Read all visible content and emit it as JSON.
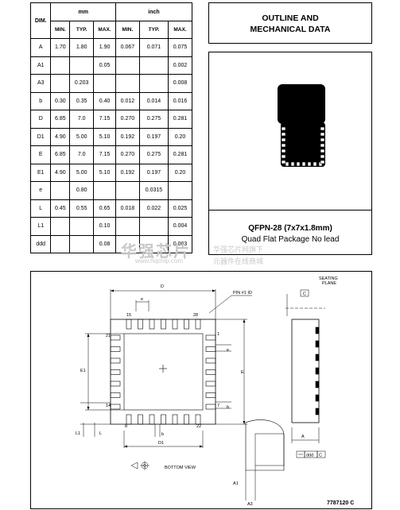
{
  "table": {
    "dim_header": "DIM.",
    "group_mm": "mm",
    "group_inch": "inch",
    "sub_headers": [
      "MIN.",
      "TYP.",
      "MAX.",
      "MIN.",
      "TYP.",
      "MAX."
    ],
    "rows": [
      [
        "A",
        "1.70",
        "1.80",
        "1.90",
        "0.067",
        "0.071",
        "0.075"
      ],
      [
        "A1",
        "",
        "",
        "0.05",
        "",
        "",
        "0.002"
      ],
      [
        "A3",
        "",
        "0.203",
        "",
        "",
        "",
        "0.008"
      ],
      [
        "b",
        "0.30",
        "0.35",
        "0.40",
        "0.012",
        "0.014",
        "0.016"
      ],
      [
        "D",
        "6.85",
        "7.0",
        "7.15",
        "0.270",
        "0.275",
        "0.281"
      ],
      [
        "D1",
        "4.90",
        "5.00",
        "5.10",
        "0.192",
        "0.197",
        "0.20"
      ],
      [
        "E",
        "6.85",
        "7.0",
        "7.15",
        "0.270",
        "0.275",
        "0.281"
      ],
      [
        "E1",
        "4.90",
        "5.00",
        "5.10",
        "0.192",
        "0.197",
        "0.20"
      ],
      [
        "e",
        "",
        "0.80",
        "",
        "",
        "0.0315",
        ""
      ],
      [
        "L",
        "0.45",
        "0.55",
        "0.65",
        "0.018",
        "0.022",
        "0.025"
      ],
      [
        "L1",
        "",
        "",
        "0.10",
        "",
        "",
        "0.004"
      ],
      [
        "ddd",
        "",
        "",
        "0.08",
        "",
        "",
        "0.003"
      ]
    ]
  },
  "outline_title": {
    "line1": "OUTLINE AND",
    "line2": "MECHANICAL DATA"
  },
  "package": {
    "name": "QFPN-28 (7x7x1.8mm)",
    "description": "Quad Flat Package No lead"
  },
  "drawing": {
    "label_D": "D",
    "label_D1": "D1",
    "label_E": "E",
    "label_E1": "E1",
    "label_e": "e",
    "label_b": "b",
    "label_L": "L",
    "label_L1": "L1",
    "label_A": "A",
    "label_A1": "A1",
    "label_A3": "A3",
    "label_C": "C",
    "pin1_label": "PIN #1 ID",
    "seating_line1": "SEATING",
    "seating_line2": "PLANE",
    "ddd_label": "ddd",
    "pin_numbers": [
      "1",
      "7",
      "8",
      "14",
      "15",
      "21",
      "22",
      "28"
    ],
    "view_label": "BOTTOM VIEW",
    "drawing_code": "7787120 C"
  },
  "watermark": {
    "brand": "华强芯片",
    "site": "www.hqchip.com",
    "line1": "华强芯片网旗下",
    "line2": "元器件在线商城"
  }
}
